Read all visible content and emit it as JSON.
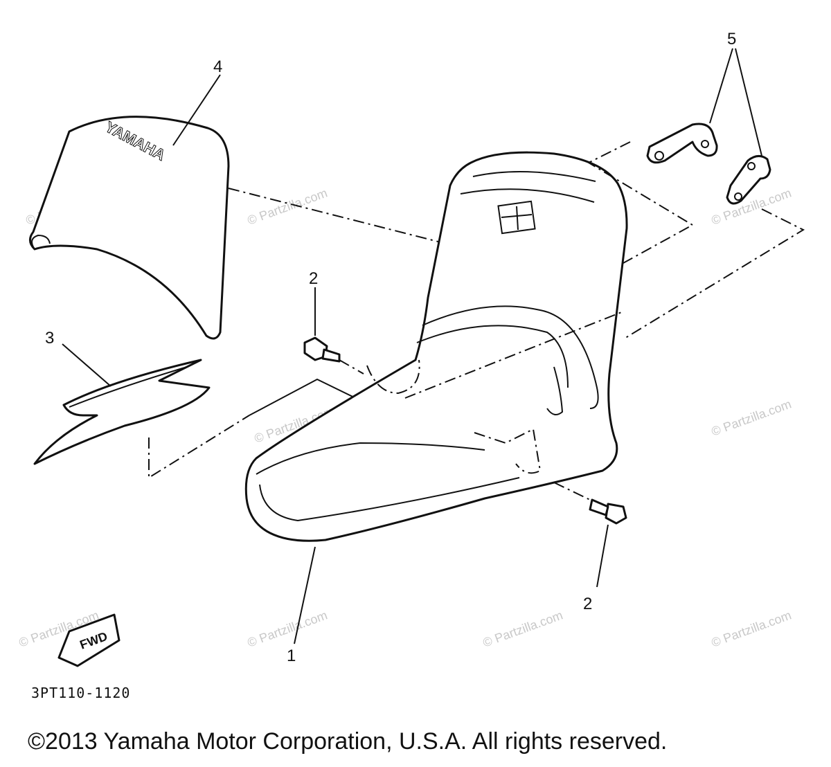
{
  "callouts": {
    "seat": "1",
    "bolt_upper": "2",
    "bolt_lower": "2",
    "graphic": "3",
    "emblem_panel": "4",
    "brackets": "5"
  },
  "emblem_text": "YAMAHA",
  "fwd_label": "FWD",
  "reference_code": "3PT110-1120",
  "copyright": "©2013 Yamaha Motor Corporation, U.S.A. All rights reserved.",
  "watermark": "© Partzilla.com"
}
